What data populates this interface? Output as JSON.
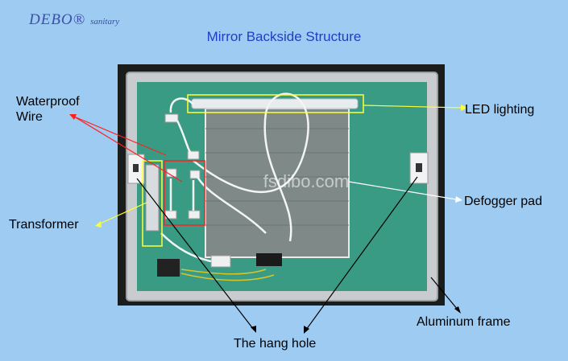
{
  "brand": {
    "name": "DEBO®",
    "sub": "sanitary"
  },
  "title": "Mirror Backside Structure",
  "watermark": "fsdibo.com",
  "labels": {
    "waterproof_1": "Waterproof",
    "waterproof_2": "Wire",
    "transformer": "Transformer",
    "led": "LED lighting",
    "defogger": "Defogger pad",
    "aluminum": "Aluminum frame",
    "hang_hole": "The hang hole"
  },
  "colors": {
    "background": "#9dcbf2",
    "panel": "#3a9b84",
    "frame": "#c9ccce",
    "callout_yellow": "#ffff33",
    "callout_red": "#ff2020"
  }
}
